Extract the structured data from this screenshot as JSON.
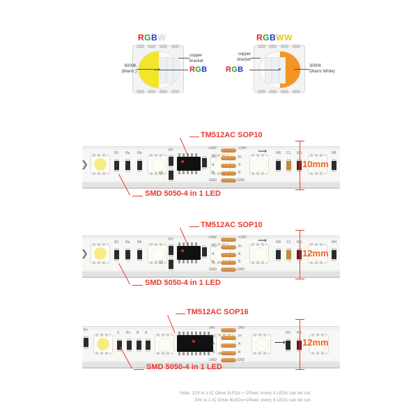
{
  "packages": [
    {
      "title_parts": [
        {
          "t": "R",
          "c": "r"
        },
        {
          "t": "G",
          "c": "g"
        },
        {
          "t": "B",
          "c": "b"
        },
        {
          "t": "W",
          "c": "w"
        }
      ],
      "title_plain": "RGBW",
      "left_label": "6000K\n(Warm )",
      "right_label": "copper\nbracket",
      "rgb_label": "RGB",
      "rgb_side": "right",
      "half_color_side": "left",
      "half_color": "#f2e52a"
    },
    {
      "title_parts": [
        {
          "t": "R",
          "c": "r"
        },
        {
          "t": "G",
          "c": "g"
        },
        {
          "t": "B",
          "c": "b"
        },
        {
          "t": "W",
          "c": "ww"
        },
        {
          "t": "W",
          "c": "ww"
        }
      ],
      "title_plain": "RGBWW",
      "left_label": "copper\nbracket",
      "right_label": "3000K\n(Warm White)",
      "rgb_label": "RGB",
      "rgb_side": "left",
      "half_color_side": "right",
      "half_color": "#f39423"
    }
  ],
  "strips": [
    {
      "id": "strip-10mm",
      "ic_callout": "TM512AC  SOP10",
      "led_callout": "SMD 5050-4 in 1 LED",
      "width_label": "10mm",
      "ic_type": "SOP10",
      "component_labels": [
        "R1",
        "Ra",
        "Rb"
      ],
      "right_labels": [
        "RR",
        "C1",
        "RG",
        "R8"
      ],
      "cap_label": "C2",
      "top_res_label": "RY",
      "side_res_label": "Ro",
      "pads_left": [
        "+24V",
        "PO",
        "A",
        "B",
        "GND"
      ],
      "pads_right": [
        "+24V",
        "PI",
        "A",
        "B",
        "GND"
      ]
    },
    {
      "id": "strip-12mm-sop10",
      "ic_callout": "TM512AC  SOP10",
      "led_callout": "SMD 5050-4 in 1 LED",
      "width_label": "12mm",
      "ic_type": "SOP10",
      "component_labels": [
        "R1",
        "Ra",
        "Rb"
      ],
      "right_labels": [
        "RR",
        "C1",
        "RG",
        "RH"
      ],
      "cap_label": "C2",
      "top_res_label": "RY",
      "side_res_label": "Ro",
      "pads_left": [
        "+24V",
        "PO",
        "A",
        "B",
        "GND"
      ],
      "pads_right": [
        "+24V",
        "PI",
        "A",
        "B",
        "GND"
      ]
    },
    {
      "id": "strip-12mm-sop16",
      "ic_callout": "TM512AC  SOP16",
      "led_callout": "SMD 5050-4 in 1 LED",
      "width_label": "12mm",
      "ic_type": "SOP16",
      "component_labels": [
        "C",
        "Rx",
        "B",
        "A"
      ],
      "right_labels": [
        "RC",
        "RB"
      ],
      "cap_label": "",
      "top_res_label": "Rv",
      "side_res_label": "",
      "pads_left": [
        "24V",
        "PO",
        "A",
        "B",
        "GND"
      ],
      "pads_right": [
        "24V",
        "PI",
        "A",
        "B",
        "GND"
      ]
    }
  ],
  "note": {
    "line1": "Note: 12V is 1 IC Drive 3LEDs = 1Pixel; every 3 LEDs can be cut.",
    "line2": "24V is 1 IC Drive 6LEDs=1Pixel; every 6 LEDs can be cut."
  }
}
